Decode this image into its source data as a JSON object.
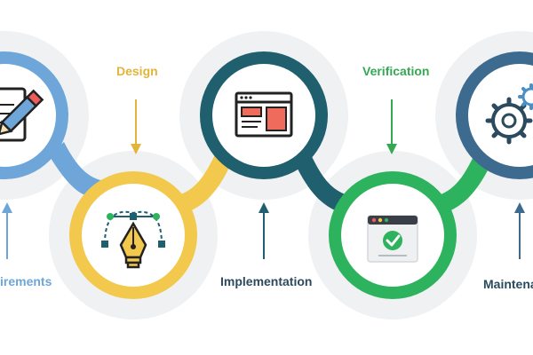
{
  "stages": [
    {
      "key": "requirements",
      "label": "irements",
      "color": "#6ea6d9",
      "icon": "pencil-on-paper-icon"
    },
    {
      "key": "design",
      "label": "Design",
      "color": "#f2c94c",
      "icon": "vector-pen-tool-icon"
    },
    {
      "key": "implementation",
      "label": "Implementation",
      "color": "#1f5f6e",
      "icon": "browser-window-layout-icon"
    },
    {
      "key": "verification",
      "label": "Verification",
      "color": "#2db35d",
      "icon": "browser-checkmark-icon"
    },
    {
      "key": "maintenance",
      "label": "Maintena",
      "color": "#3d6b8f",
      "icon": "gears-icon"
    }
  ],
  "colors": {
    "track": "#f0f1f3",
    "label_dark": "#2b4a5e",
    "label_design": "#e2b43a",
    "label_verification": "#35a853"
  }
}
